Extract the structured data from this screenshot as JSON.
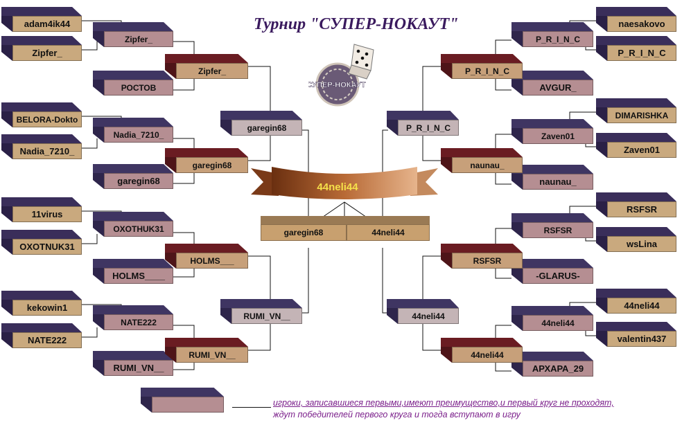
{
  "title": "Турнир \"СУПЕР-НОКАУТ\"",
  "logo_text": "СУПЕР-НОКАУТ",
  "champion": "44neli44",
  "finalists": {
    "left": "garegin68",
    "right": "44neli44"
  },
  "left": {
    "seeds": [
      "adam4ik44",
      "Zipfer_",
      "BELORA-Dokto",
      "Nadia_7210_",
      "11virus",
      "OXOTNUK31",
      "kekowin1",
      "NATE222"
    ],
    "r1": [
      "Zipfer_",
      "РОСТОВ",
      "Nadia_7210_",
      "garegin68",
      "OXOTHUK31",
      "HOLMS____",
      "NATE222",
      "RUMI_VN__"
    ],
    "r2": [
      "Zipfer_",
      "garegin68",
      "HOLMS___",
      "RUMI_VN__"
    ],
    "r3": [
      "garegin68",
      "RUMI_VN__"
    ]
  },
  "right": {
    "seeds": [
      "naesakovo",
      "P_R_I_N_C",
      "DIMARISHKA",
      "Zaven01",
      "RSFSR",
      "wsLina",
      "44neli44",
      "valentin437"
    ],
    "r1": [
      "P_R_I_N_C",
      "AVGUR_",
      "Zaven01",
      "naunau_",
      "RSFSR",
      "-GLARUS-",
      "44neli44",
      "АРХАРА_29"
    ],
    "r2": [
      "P_R_I_N_C",
      "naunau_",
      "RSFSR",
      "44neli44"
    ],
    "r3": [
      "P_R_I_N_C",
      "44neli44"
    ]
  },
  "legend": {
    "line1": "игроки, записавшиеся первыми,имеют преимущество,и первый круг не проходят,",
    "line2": "ждут победителей первого круга и тогда вступают в игру"
  },
  "colors": {
    "title": "#3a1a5e",
    "note": "#7a1e8a",
    "champion": "#f5e04a"
  }
}
